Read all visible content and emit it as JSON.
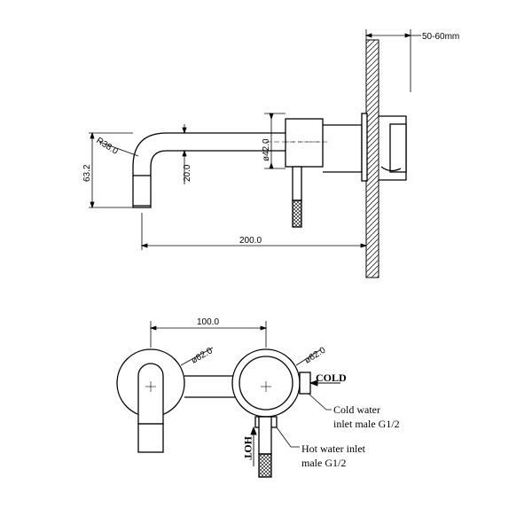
{
  "side_view": {
    "wall_thickness_label": "50-60mm",
    "bend_radius_label": "R38.0",
    "spout_drop_label": "63.2",
    "spout_diameter_label": "20.0",
    "body_diameter_label": "ø42.0",
    "spout_length_label": "200.0"
  },
  "front_view": {
    "centers_label": "100.0",
    "left_plate_label": "ø62.0",
    "right_plate_label": "ø62.0",
    "cold_label": "COLD",
    "hot_label": "HOT",
    "cold_inlet_line1": "Cold water",
    "cold_inlet_line2": "inlet male G1/2",
    "hot_inlet_line1": "Hot water inlet",
    "hot_inlet_line2": "male G1/2"
  }
}
